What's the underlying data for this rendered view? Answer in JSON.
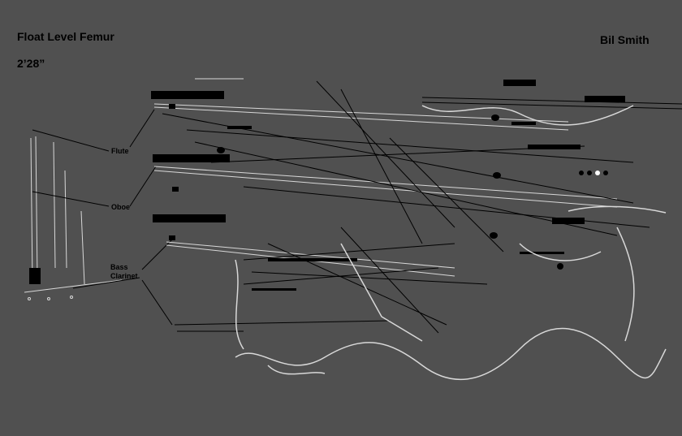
{
  "score": {
    "title": "Float Level Femur",
    "duration": "2’28”",
    "composer": "Bil Smith"
  },
  "instruments": {
    "flute": "Flute",
    "oboe": "Oboe",
    "bass_clarinet": "Bass Clarinet"
  },
  "colors": {
    "background": "#505050",
    "ink": "#000000",
    "trace": "#d8d8d8"
  }
}
